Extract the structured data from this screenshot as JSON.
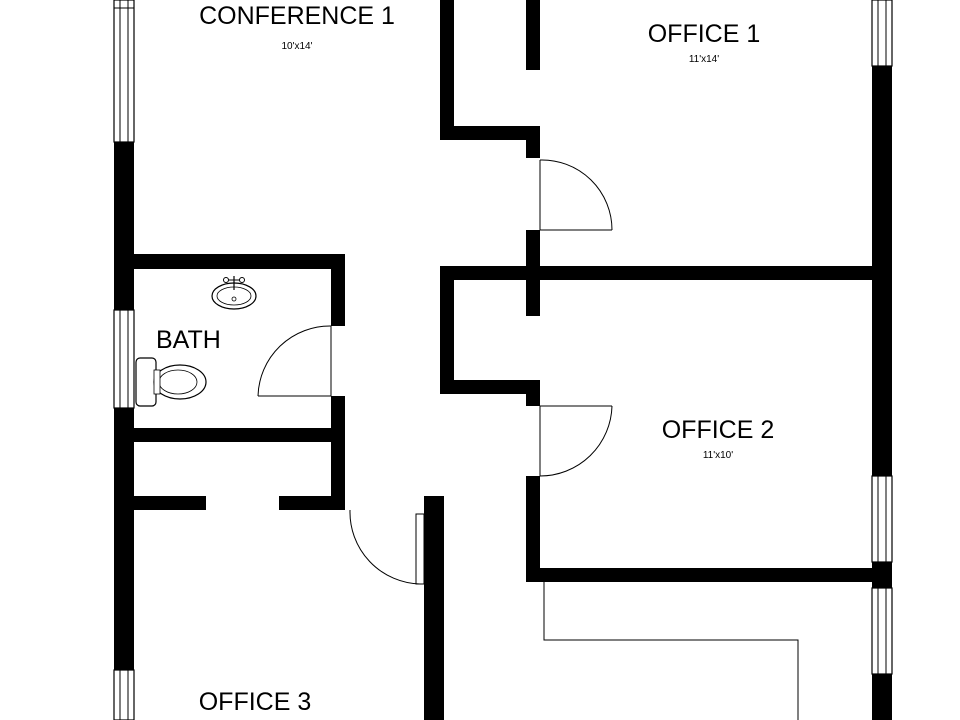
{
  "rooms": {
    "conference_1": {
      "name": "CONFERENCE 1",
      "size": "10'x14'"
    },
    "office_1": {
      "name": "OFFICE 1",
      "size": "11'x14'"
    },
    "bath": {
      "name": "BATH"
    },
    "office_2": {
      "name": "OFFICE 2",
      "size": "11'x10'"
    },
    "office_3": {
      "name": "OFFICE 3"
    }
  }
}
